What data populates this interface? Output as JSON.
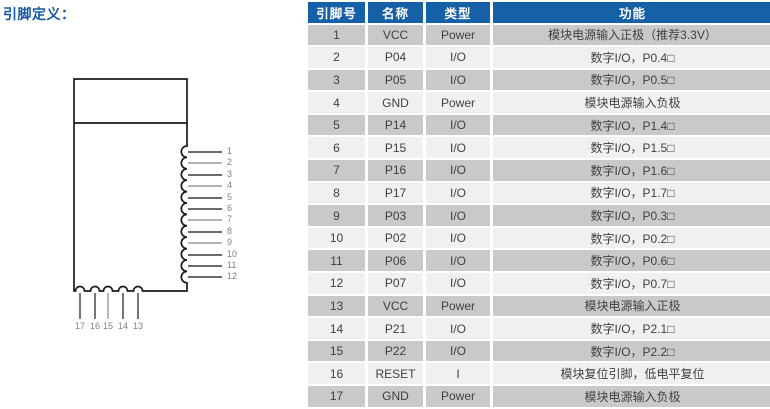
{
  "page_title": "引脚定义：",
  "diagram": {
    "right_pins": [
      "1",
      "2",
      "3",
      "4",
      "5",
      "6",
      "7",
      "8",
      "9",
      "10",
      "11",
      "12"
    ],
    "bottom_pins": [
      "17",
      "16",
      "15",
      "14",
      "13"
    ]
  },
  "table": {
    "headers": [
      "引脚号",
      "名称",
      "类型",
      "功能"
    ],
    "rows": [
      {
        "pin": "1",
        "name": "VCC",
        "type": "Power",
        "func": "模块电源输入正极（推荐3.3V）"
      },
      {
        "pin": "2",
        "name": "P04",
        "type": "I/O",
        "func": "数字I/O，P0.4□"
      },
      {
        "pin": "3",
        "name": "P05",
        "type": "I/O",
        "func": "数字I/O，P0.5□"
      },
      {
        "pin": "4",
        "name": "GND",
        "type": "Power",
        "func": "模块电源输入负极"
      },
      {
        "pin": "5",
        "name": "P14",
        "type": "I/O",
        "func": "数字I/O，P1.4□"
      },
      {
        "pin": "6",
        "name": "P15",
        "type": "I/O",
        "func": "数字I/O，P1.5□"
      },
      {
        "pin": "7",
        "name": "P16",
        "type": "I/O",
        "func": "数字I/O，P1.6□"
      },
      {
        "pin": "8",
        "name": "P17",
        "type": "I/O",
        "func": "数字I/O，P1.7□"
      },
      {
        "pin": "9",
        "name": "P03",
        "type": "I/O",
        "func": "数字I/O，P0.3□"
      },
      {
        "pin": "10",
        "name": "P02",
        "type": "I/O",
        "func": "数字I/O，P0.2□"
      },
      {
        "pin": "11",
        "name": "P06",
        "type": "I/O",
        "func": "数字I/O，P0.6□"
      },
      {
        "pin": "12",
        "name": "P07",
        "type": "I/O",
        "func": "数字I/O，P0.7□"
      },
      {
        "pin": "13",
        "name": "VCC",
        "type": "Power",
        "func": "模块电源输入正极"
      },
      {
        "pin": "14",
        "name": "P21",
        "type": "I/O",
        "func": "数字I/O，P2.1□"
      },
      {
        "pin": "15",
        "name": "P22",
        "type": "I/O",
        "func": "数字I/O，P2.2□"
      },
      {
        "pin": "16",
        "name": "RESET",
        "type": "I",
        "func": "模块复位引脚，低电平复位"
      },
      {
        "pin": "17",
        "name": "GND",
        "type": "Power",
        "func": "模块电源输入负极"
      }
    ]
  },
  "colors": {
    "header_bg": "#1660a8",
    "row_light": "#f1f0ee",
    "row_dark": "#c9c9c9",
    "title_blue": "#1657a5",
    "body_text": "#3f3f3f",
    "header_text": "#ffffff"
  }
}
